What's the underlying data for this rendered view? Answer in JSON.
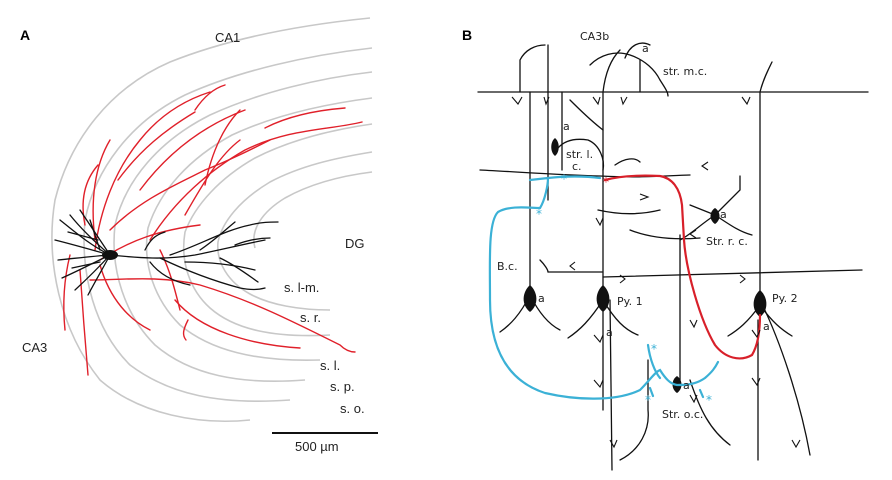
{
  "panel_a": {
    "letter": "A",
    "regions": {
      "ca1": "CA1",
      "ca3": "CA3",
      "dg": "DG"
    },
    "layers": {
      "slm": "s. l-m.",
      "sr": "s. r.",
      "sl": "s. l.",
      "sp": "s. p.",
      "so": "s. o."
    },
    "scale_bar": "500 µm",
    "colors": {
      "layer_lines": "#c8c8c8",
      "axon": "#e0202a",
      "dendrite": "#111111"
    }
  },
  "panel_b": {
    "letter": "B",
    "title": "CA3b",
    "cells": {
      "str_mc": "str. m.c.",
      "str_l": "str. l.",
      "str_l_c": "c.",
      "str_rc": "Str. r. c.",
      "bc": "B.c.",
      "py1": "Py. 1",
      "py2": "Py. 2",
      "str_oc": "Str. o.c."
    },
    "cell_letter": "a",
    "colors": {
      "red_path": "#d8202a",
      "blue_path": "#3bb1d6",
      "ink": "#111111"
    }
  }
}
